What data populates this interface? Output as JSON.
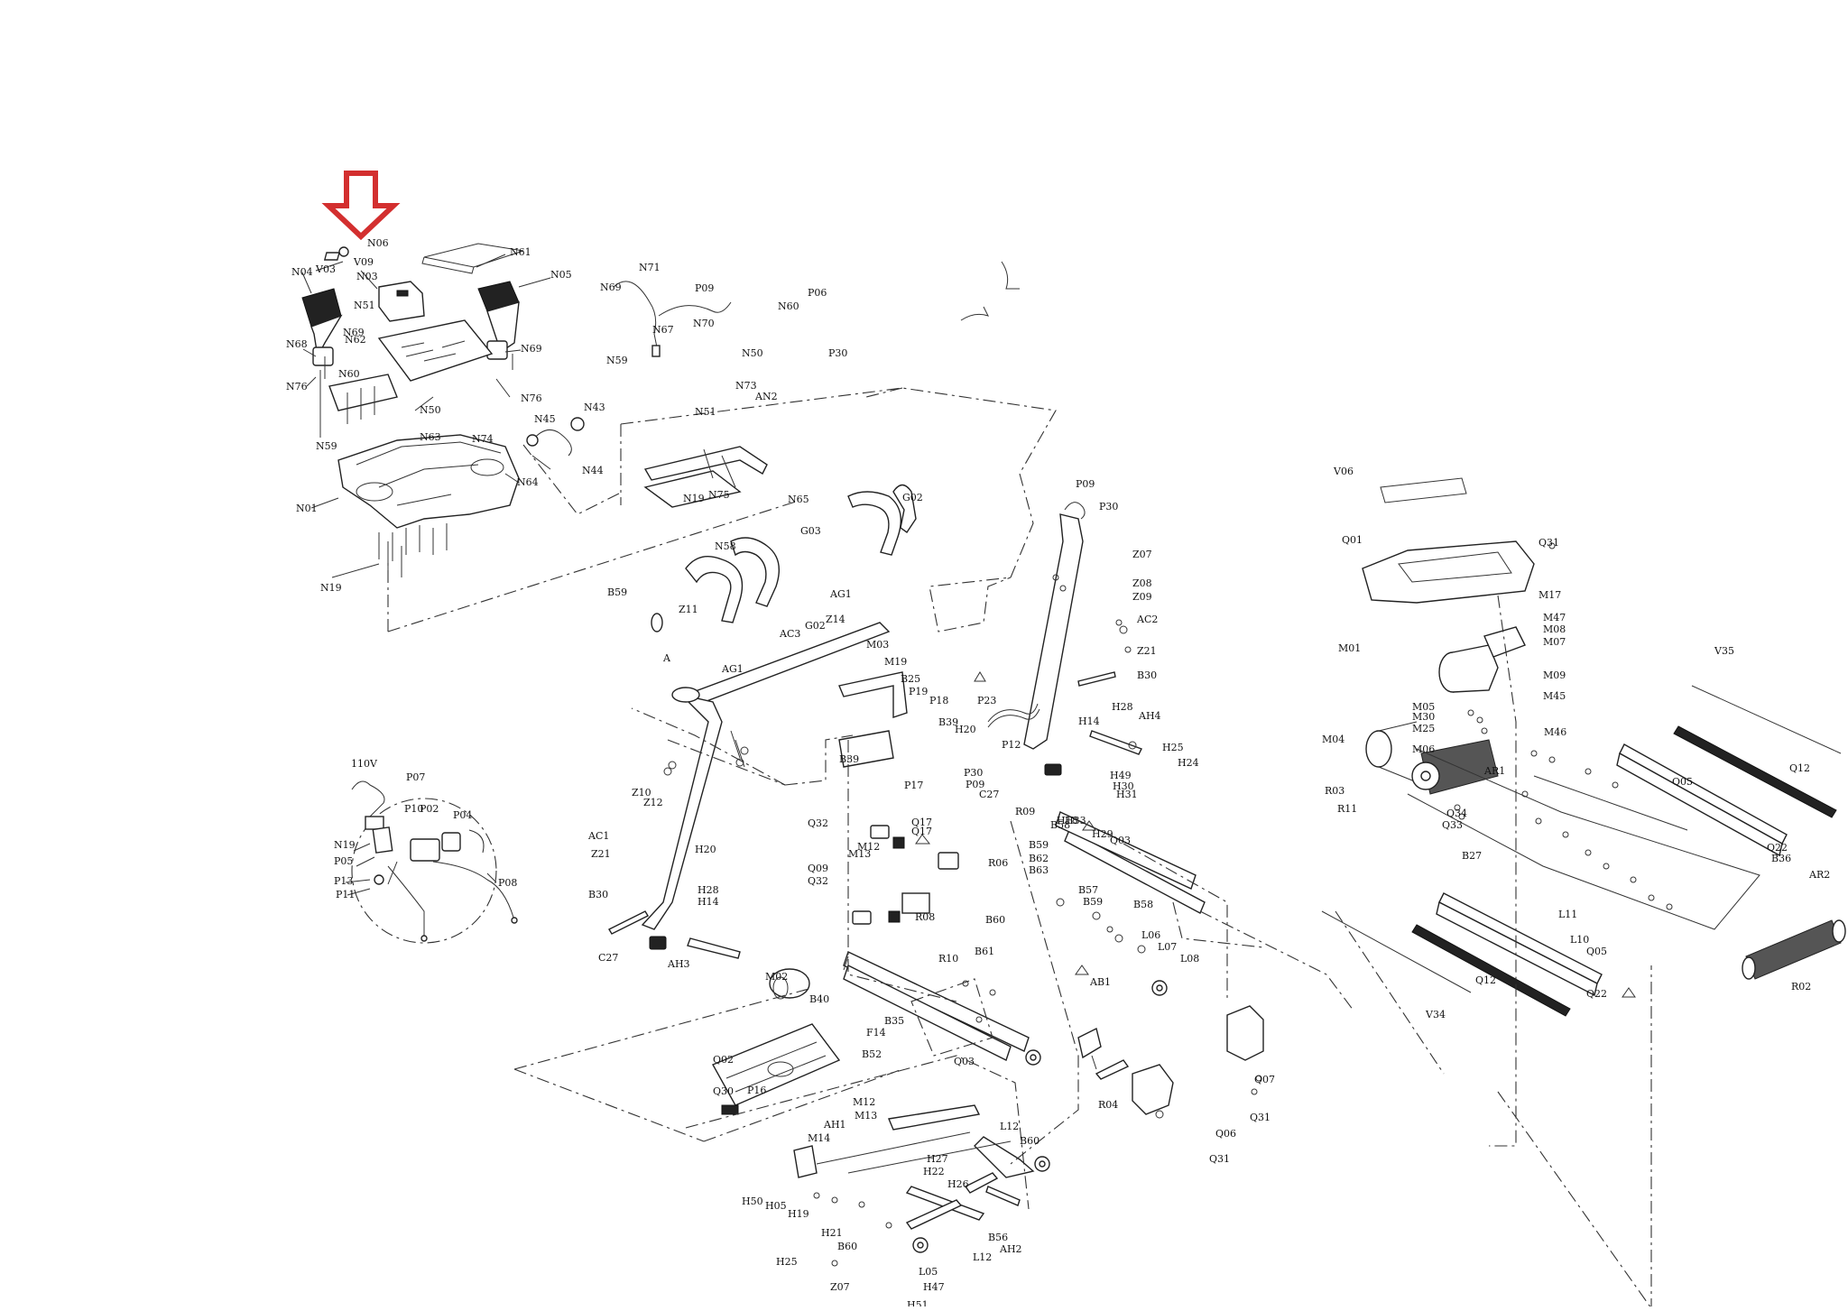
{
  "arrow": {
    "color": "#d32f2f",
    "icon": "down-arrow-icon"
  },
  "labels": [
    {
      "t": "V03"
    },
    {
      "t": "V09"
    },
    {
      "t": "N06"
    },
    {
      "t": "N61"
    },
    {
      "t": "N04"
    },
    {
      "t": "N03"
    },
    {
      "t": "N05"
    },
    {
      "t": "N51"
    },
    {
      "t": "N69"
    },
    {
      "t": "N62"
    },
    {
      "t": "N68"
    },
    {
      "t": "N69"
    },
    {
      "t": "N76"
    },
    {
      "t": "N60"
    },
    {
      "t": "N76"
    },
    {
      "t": "N50"
    },
    {
      "t": "N45"
    },
    {
      "t": "N43"
    },
    {
      "t": "N63"
    },
    {
      "t": "N74"
    },
    {
      "t": "N59"
    },
    {
      "t": "N44"
    },
    {
      "t": "N64"
    },
    {
      "t": "N01"
    },
    {
      "t": "N19"
    },
    {
      "t": "N71"
    },
    {
      "t": "N69"
    },
    {
      "t": "P09"
    },
    {
      "t": "P06"
    },
    {
      "t": "N60"
    },
    {
      "t": "N67"
    },
    {
      "t": "N70"
    },
    {
      "t": "N59"
    },
    {
      "t": "N50"
    },
    {
      "t": "P30"
    },
    {
      "t": "N73"
    },
    {
      "t": "AN2"
    },
    {
      "t": "N51"
    },
    {
      "t": "N75"
    },
    {
      "t": "N19"
    },
    {
      "t": "N65"
    },
    {
      "t": "G02"
    },
    {
      "t": "G03"
    },
    {
      "t": "N58"
    },
    {
      "t": "B59"
    },
    {
      "t": "Z11"
    },
    {
      "t": "AG1"
    },
    {
      "t": "G02"
    },
    {
      "t": "Z14"
    },
    {
      "t": "A"
    },
    {
      "t": "AG1"
    },
    {
      "t": "AC3"
    },
    {
      "t": "P09"
    },
    {
      "t": "P30"
    },
    {
      "t": "Z07"
    },
    {
      "t": "Z08"
    },
    {
      "t": "Z09"
    },
    {
      "t": "AC2"
    },
    {
      "t": "Z21"
    },
    {
      "t": "B30"
    },
    {
      "t": "M03"
    },
    {
      "t": "M19"
    },
    {
      "t": "B25"
    },
    {
      "t": "P19"
    },
    {
      "t": "P18"
    },
    {
      "t": "B39"
    },
    {
      "t": "P23"
    },
    {
      "t": "H20"
    },
    {
      "t": "H14"
    },
    {
      "t": "H28"
    },
    {
      "t": "AH4"
    },
    {
      "t": "H25"
    },
    {
      "t": "H24"
    },
    {
      "t": "P12"
    },
    {
      "t": "P30"
    },
    {
      "t": "P09"
    },
    {
      "t": "C27"
    },
    {
      "t": "B39"
    },
    {
      "t": "P17"
    },
    {
      "t": "H49"
    },
    {
      "t": "H31"
    },
    {
      "t": "H30"
    },
    {
      "t": "Z10"
    },
    {
      "t": "Z12"
    },
    {
      "t": "110V"
    },
    {
      "t": "P07"
    },
    {
      "t": "P10"
    },
    {
      "t": "P02"
    },
    {
      "t": "P04"
    },
    {
      "t": "N19"
    },
    {
      "t": "P05"
    },
    {
      "t": "P13"
    },
    {
      "t": "P11"
    },
    {
      "t": "P08"
    },
    {
      "t": "AC1"
    },
    {
      "t": "Z21"
    },
    {
      "t": "H20"
    },
    {
      "t": "B30"
    },
    {
      "t": "H28"
    },
    {
      "t": "H14"
    },
    {
      "t": "C27"
    },
    {
      "t": "AH3"
    },
    {
      "t": "Q32"
    },
    {
      "t": "Q17"
    },
    {
      "t": "M12"
    },
    {
      "t": "Q09"
    },
    {
      "t": "M13"
    },
    {
      "t": "Q17"
    },
    {
      "t": "Q32"
    },
    {
      "t": "R09"
    },
    {
      "t": "H18"
    },
    {
      "t": "H33"
    },
    {
      "t": "H29"
    },
    {
      "t": "B58"
    },
    {
      "t": "Q03"
    },
    {
      "t": "R06"
    },
    {
      "t": "B59"
    },
    {
      "t": "B62"
    },
    {
      "t": "B63"
    },
    {
      "t": "B57"
    },
    {
      "t": "B59"
    },
    {
      "t": "B58"
    },
    {
      "t": "L06"
    },
    {
      "t": "L07"
    },
    {
      "t": "L08"
    },
    {
      "t": "B60"
    },
    {
      "t": "AB1"
    },
    {
      "t": "R08"
    },
    {
      "t": "R10"
    },
    {
      "t": "B61"
    },
    {
      "t": "M02"
    },
    {
      "t": "B40"
    },
    {
      "t": "B35"
    },
    {
      "t": "F14"
    },
    {
      "t": "B52"
    },
    {
      "t": "Q03"
    },
    {
      "t": "Q02"
    },
    {
      "t": "Q30"
    },
    {
      "t": "P16"
    },
    {
      "t": "R04"
    },
    {
      "t": "Q07"
    },
    {
      "t": "Q31"
    },
    {
      "t": "Q06"
    },
    {
      "t": "Q31"
    },
    {
      "t": "M12"
    },
    {
      "t": "M13"
    },
    {
      "t": "AH1"
    },
    {
      "t": "M14"
    },
    {
      "t": "L12"
    },
    {
      "t": "B60"
    },
    {
      "t": "H27"
    },
    {
      "t": "H22"
    },
    {
      "t": "H26"
    },
    {
      "t": "H50"
    },
    {
      "t": "H05"
    },
    {
      "t": "H19"
    },
    {
      "t": "H21"
    },
    {
      "t": "B60"
    },
    {
      "t": "B56"
    },
    {
      "t": "AH2"
    },
    {
      "t": "L12"
    },
    {
      "t": "H25"
    },
    {
      "t": "Z07"
    },
    {
      "t": "H47"
    },
    {
      "t": "L05"
    },
    {
      "t": "H51"
    },
    {
      "t": "V06"
    },
    {
      "t": "Q01"
    },
    {
      "t": "Q31"
    },
    {
      "t": "M17"
    },
    {
      "t": "M47"
    },
    {
      "t": "M08"
    },
    {
      "t": "M07"
    },
    {
      "t": "M01"
    },
    {
      "t": "M09"
    },
    {
      "t": "M45"
    },
    {
      "t": "M05"
    },
    {
      "t": "M30"
    },
    {
      "t": "M25"
    },
    {
      "t": "M46"
    },
    {
      "t": "M06"
    },
    {
      "t": "M04"
    },
    {
      "t": "AR1"
    },
    {
      "t": "R03"
    },
    {
      "t": "R11"
    },
    {
      "t": "Q34"
    },
    {
      "t": "Q33"
    },
    {
      "t": "V35"
    },
    {
      "t": "Q12"
    },
    {
      "t": "Q05"
    },
    {
      "t": "B27"
    },
    {
      "t": "Q22"
    },
    {
      "t": "B36"
    },
    {
      "t": "AR2"
    },
    {
      "t": "L11"
    },
    {
      "t": "L10"
    },
    {
      "t": "Q05"
    },
    {
      "t": "Q12"
    },
    {
      "t": "Q22"
    },
    {
      "t": "R02"
    },
    {
      "t": "V34"
    }
  ]
}
